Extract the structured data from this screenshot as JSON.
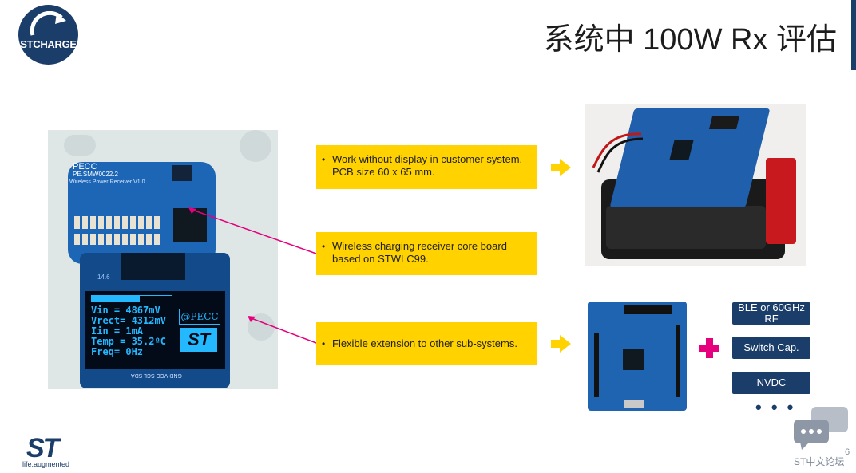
{
  "header": {
    "logo_text": "STCHARGE",
    "title": "系统中 100W Rx 评估",
    "accent_color": "#1b3d6a"
  },
  "left_photo": {
    "board_label": "PECC",
    "board_part": "PE.SMW0022.2",
    "board_subtitle": "Wireless Power Receiver V1.0",
    "oled_header": "14.6",
    "oled_lines": [
      "Vin   = 4867mV",
      "Vrect= 4312mV",
      "Iin   =    1mA",
      "Temp = 35.2ºC",
      "Freq=      0Hz"
    ],
    "oled_pecc": "@PECC",
    "oled_st": "ST",
    "pin_labels": "GND VCC SCL SDA"
  },
  "callouts": [
    {
      "text": "Work without display in customer system, PCB size 60 x 65 mm."
    },
    {
      "text": "Wireless charging receiver core board based on STWLC99."
    },
    {
      "text": "Flexible extension to other sub-systems."
    }
  ],
  "tags": [
    {
      "label": "BLE or 60GHz RF"
    },
    {
      "label": "Switch Cap."
    },
    {
      "label": "NVDC"
    }
  ],
  "more_dots": "• • •",
  "footer": {
    "st_logo": "ST",
    "slogan": "life.augmented",
    "page_number": "6",
    "forum_label": "ST中文论坛"
  },
  "icons": [
    "stcharge-logo",
    "arrow-right-icon",
    "plus-icon",
    "chat-bubble-icon",
    "st-logo"
  ]
}
